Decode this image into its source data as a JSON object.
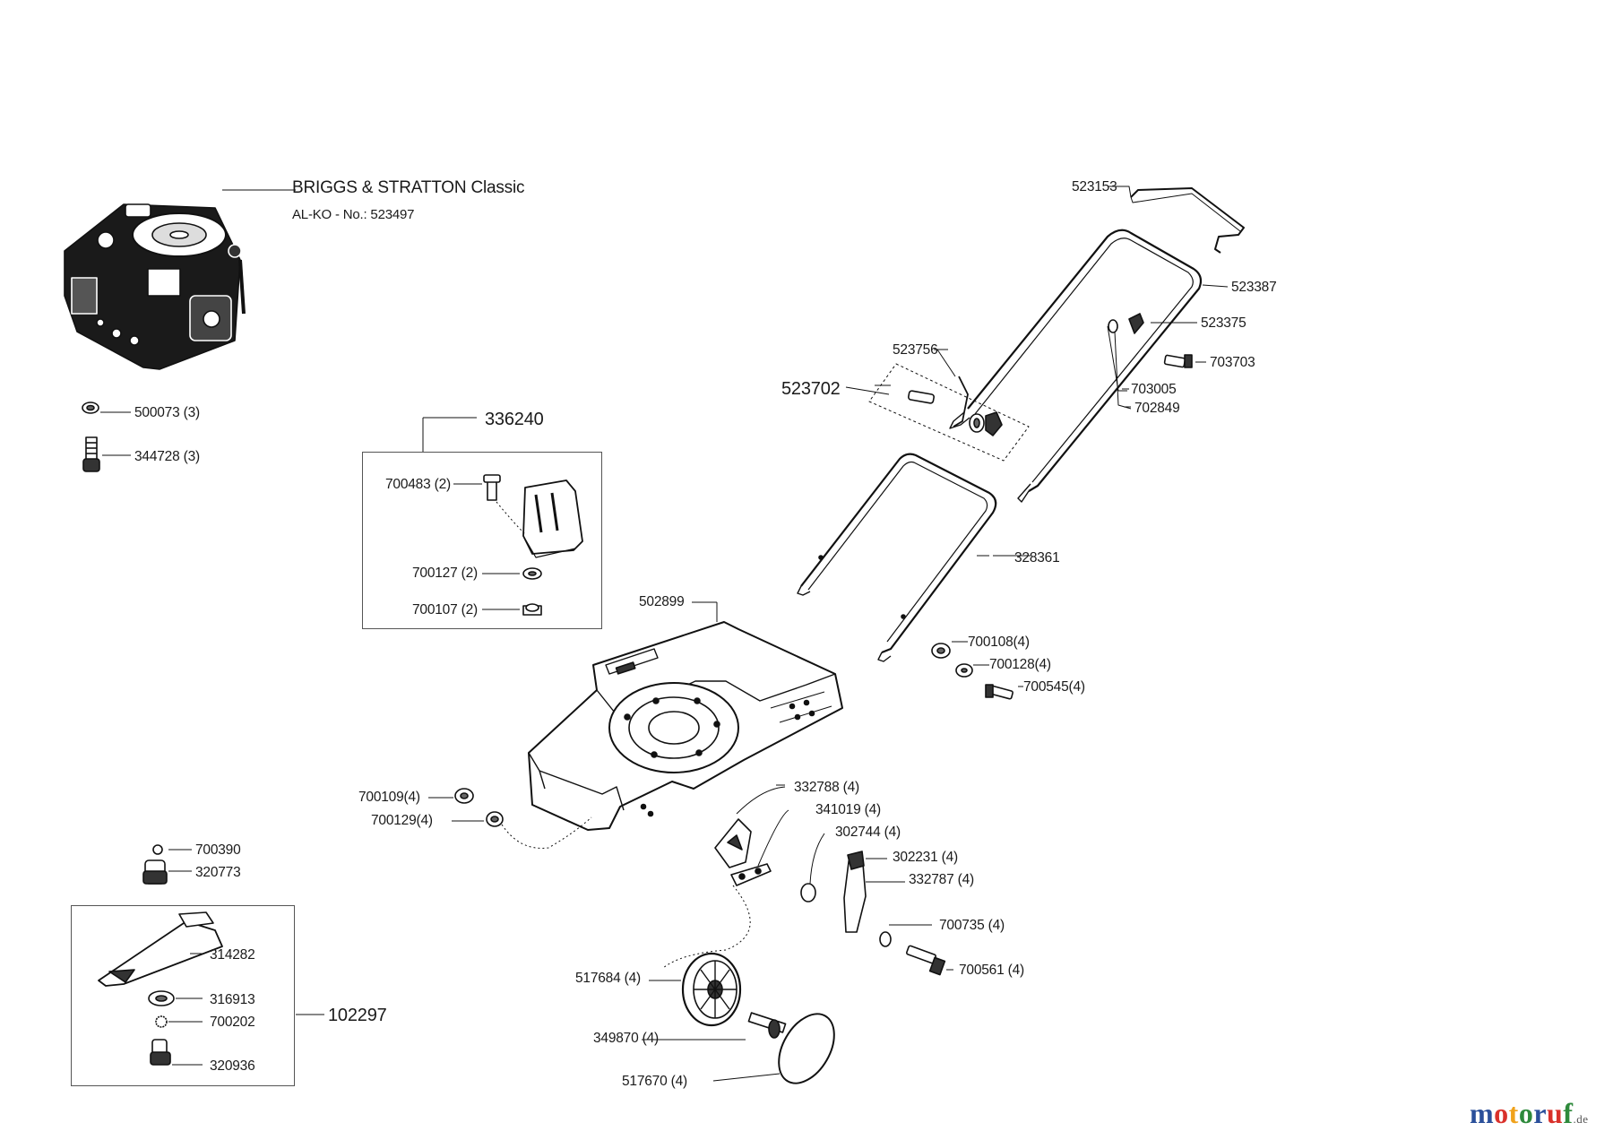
{
  "engine": {
    "title": "BRIGGS & STRATTON Classic",
    "alko_no": "AL-KO - No.: 523497"
  },
  "parts": {
    "p523153": "523153",
    "p523387": "523387",
    "p523375": "523375",
    "p703703": "703703",
    "p703005": "703005",
    "p702849": "702849",
    "p523756": "523756",
    "p523702": "523702",
    "p500073": "500073 (3)",
    "p344728": "344728 (3)",
    "p336240": "336240",
    "p700483": "700483 (2)",
    "p700127": "700127 (2)",
    "p700107": "700107 (2)",
    "p502899": "502899",
    "p328361": "328361",
    "p700108": "700108(4)",
    "p700128": "700128(4)",
    "p700545": "700545(4)",
    "p700109": "700109(4)",
    "p700129": "700129(4)",
    "p332788": "332788 (4)",
    "p341019": "341019 (4)",
    "p302744": "302744 (4)",
    "p302231": "302231 (4)",
    "p332787": "332787 (4)",
    "p700735": "700735 (4)",
    "p700561": "700561 (4)",
    "p700390": "700390",
    "p320773": "320773",
    "p314282": "314282",
    "p316913": "316913",
    "p700202": "700202",
    "p320936": "320936",
    "p102297": "102297",
    "p517684": "517684 (4)",
    "p349870": "349870 (4)",
    "p517670": "517670  (4)"
  },
  "watermark": {
    "letters": [
      "m",
      "o",
      "t",
      "o",
      "r",
      "u",
      "f"
    ],
    "letter_colors": [
      "#2a4f9a",
      "#d9312b",
      "#f0a21c",
      "#2e8a3c",
      "#2a4f9a",
      "#d9312b",
      "#2e8a3c"
    ],
    "tld": ".de"
  }
}
